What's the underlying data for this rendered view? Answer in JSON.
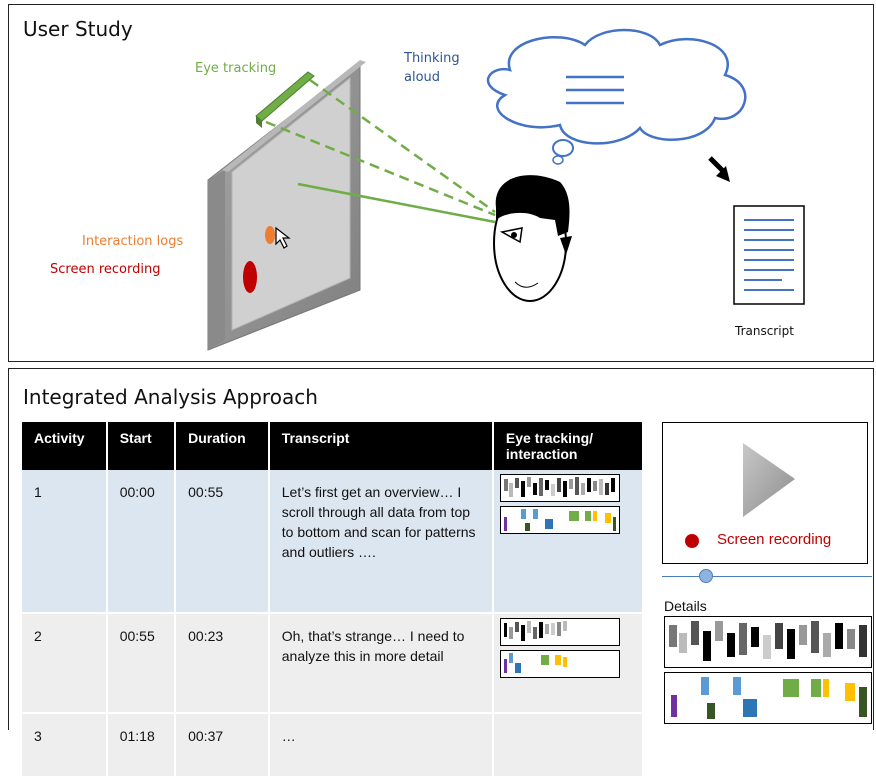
{
  "user_study": {
    "title": "User Study",
    "labels": {
      "eye_tracking": "Eye tracking",
      "thinking_aloud_line1": "Thinking",
      "thinking_aloud_line2": "aloud",
      "interaction_logs": "Interaction logs",
      "screen_recording": "Screen recording",
      "transcript": "Transcript"
    },
    "colors": {
      "eye_tracking": "#70ad47",
      "thinking_aloud": "#2e5597",
      "interaction_logs": "#ed7d31",
      "screen_recording": "#c00000"
    }
  },
  "analysis": {
    "title": "Integrated Analysis Approach",
    "table": {
      "headers": [
        "Activity",
        "Start",
        "Duration",
        "Transcript",
        "Eye tracking/ interaction"
      ],
      "rows": [
        {
          "activity": "1",
          "start": "00:00",
          "duration": "00:55",
          "transcript": "Let’s first get an overview… I scroll through all data from top to bottom and scan for patterns and outliers …."
        },
        {
          "activity": "2",
          "start": "00:55",
          "duration": "00:23",
          "transcript": "Oh, that’s strange… I need to analyze this in more detail"
        },
        {
          "activity": "3",
          "start": "01:18",
          "duration": "00:37",
          "transcript": "…"
        }
      ]
    },
    "video": {
      "label": "Screen recording",
      "icon": "play-icon"
    },
    "details_label": "Details"
  }
}
